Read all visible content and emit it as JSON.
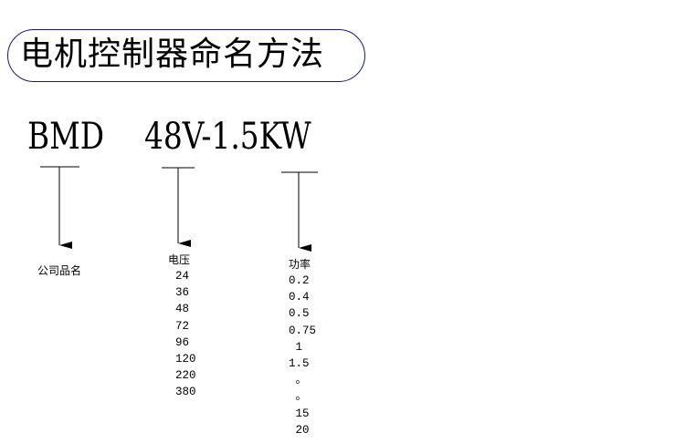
{
  "title": "电机控制器命名方法",
  "code": {
    "brand": "BMD",
    "spec": "48V-1.5KW"
  },
  "brand_label": "公司品名",
  "voltage": {
    "label": "电压",
    "values": [
      "24",
      "36",
      "48",
      "72",
      "96",
      "120",
      "220",
      "380"
    ]
  },
  "power": {
    "label": "功率",
    "values": [
      "0.2",
      "0.4",
      "0.5",
      "0.75",
      " 1",
      "1.5",
      " 。",
      " 。",
      " 15",
      " 20"
    ]
  }
}
